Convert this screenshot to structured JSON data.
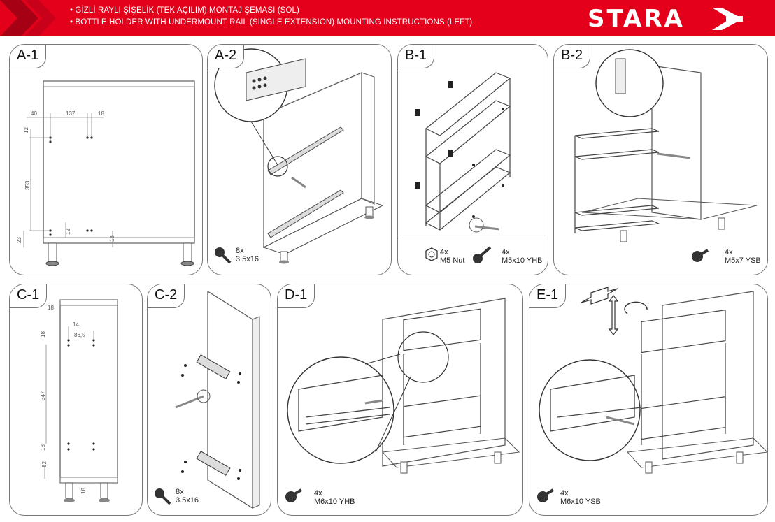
{
  "header": {
    "line1": "• GİZLİ RAYLI ŞİŞELİK (TEK AÇILIM) MONTAJ ŞEMASI (SOL)",
    "line2": "• BOTTLE HOLDER WITH UNDERMOUNT RAIL (SINGLE EXTENSION) MOUNTING INSTRUCTIONS (LEFT)",
    "brand": "STARA",
    "brand_color": "#e4001b"
  },
  "panels": {
    "a1": {
      "label": "A-1",
      "dims": {
        "d40": "40",
        "d137": "137",
        "d18": "18",
        "d12a": "12",
        "d353": "353",
        "d23": "23",
        "d12b": "12",
        "d18b": "18"
      }
    },
    "a2": {
      "label": "A-2",
      "qty": "8x",
      "spec": "3.5x16"
    },
    "b1": {
      "label": "B-1",
      "qty1": "4x",
      "spec1": "M5 Nut",
      "qty2": "4x",
      "spec2": "M5x10 YHB"
    },
    "b2": {
      "label": "B-2",
      "qty": "4x",
      "spec": "M5x7 YSB"
    },
    "c1": {
      "label": "C-1",
      "dims": {
        "d18a": "18",
        "d14": "14",
        "d865": "86,5",
        "d18b": "18",
        "d347": "347",
        "d18c": "18",
        "d82": "82",
        "d18d": "18"
      }
    },
    "c2": {
      "label": "C-2",
      "qty": "8x",
      "spec": "3.5x16"
    },
    "d1": {
      "label": "D-1",
      "qty": "4x",
      "spec": "M6x10 YHB"
    },
    "e1": {
      "label": "E-1",
      "qty": "4x",
      "spec": "M6x10 YSB"
    }
  }
}
